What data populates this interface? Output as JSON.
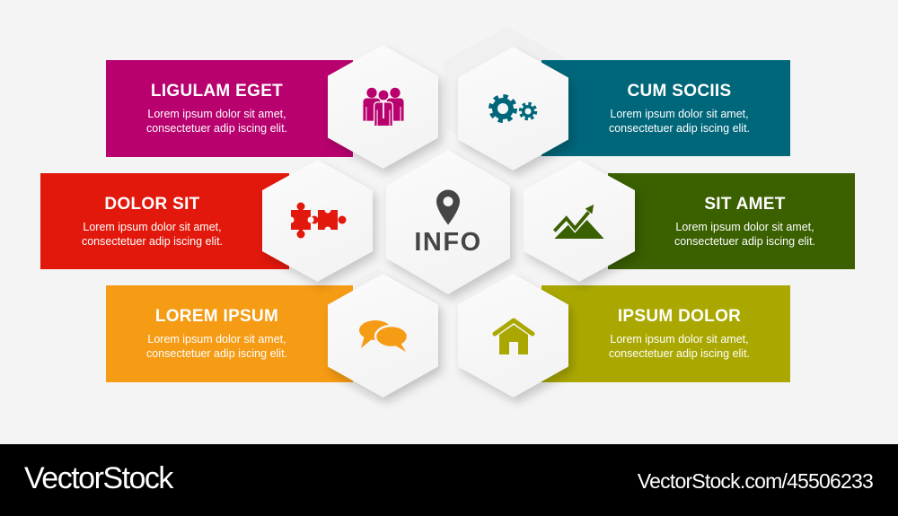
{
  "center": {
    "label": "INFO",
    "icon": "map-pin-icon",
    "color": "#454545"
  },
  "items": [
    {
      "title": "LIGULAM EGET",
      "line1": "Lorem ipsum dolor sit amet,",
      "line2": "consectetuer adip iscing elit.",
      "color": "#b8006e",
      "icon": "people-icon"
    },
    {
      "title": "CUM SOCIIS",
      "line1": "Lorem ipsum dolor sit amet,",
      "line2": "consectetuer adip iscing elit.",
      "color": "#00677a",
      "icon": "gears-icon"
    },
    {
      "title": "DOLOR SIT",
      "line1": "Lorem ipsum dolor sit amet,",
      "line2": "consectetuer adip iscing elit.",
      "color": "#e2180c",
      "icon": "puzzle-icon"
    },
    {
      "title": "SIT AMET",
      "line1": "Lorem ipsum dolor sit amet,",
      "line2": "consectetuer adip iscing elit.",
      "color": "#3a6000",
      "icon": "growth-chart-icon"
    },
    {
      "title": "LOREM IPSUM",
      "line1": "Lorem ipsum dolor sit amet,",
      "line2": "consectetuer adip iscing elit.",
      "color": "#f59b14",
      "icon": "speech-bubbles-icon"
    },
    {
      "title": "IPSUM DOLOR",
      "line1": "Lorem ipsum dolor sit amet,",
      "line2": "consectetuer adip iscing elit.",
      "color": "#aaa800",
      "icon": "home-icon"
    }
  ],
  "footer": {
    "brand": "VectorStock",
    "url": "VectorStock.com/45506233"
  }
}
